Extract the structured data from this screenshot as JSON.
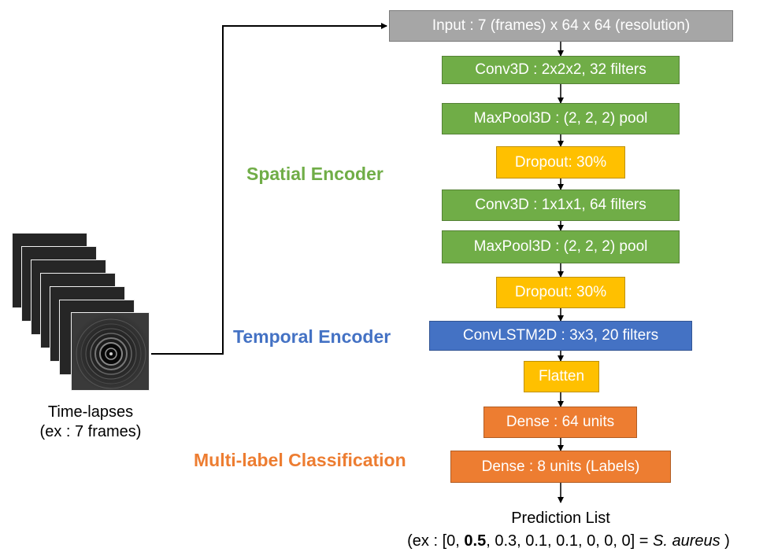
{
  "layers": [
    {
      "id": "input",
      "label": "Input : 7 (frames) x 64 x 64 (resolution)",
      "color": "#a6a6a6"
    },
    {
      "id": "conv3d-1",
      "label": "Conv3D : 2x2x2, 32 filters",
      "color": "#70ad47"
    },
    {
      "id": "maxpool3d-1",
      "label": "MaxPool3D : (2, 2, 2) pool",
      "color": "#70ad47"
    },
    {
      "id": "dropout-1",
      "label": "Dropout: 30%",
      "color": "#ffc000"
    },
    {
      "id": "conv3d-2",
      "label": "Conv3D : 1x1x1, 64 filters",
      "color": "#70ad47"
    },
    {
      "id": "maxpool3d-2",
      "label": "MaxPool3D : (2, 2, 2) pool",
      "color": "#70ad47"
    },
    {
      "id": "dropout-2",
      "label": "Dropout: 30%",
      "color": "#ffc000"
    },
    {
      "id": "convlstm2d",
      "label": "ConvLSTM2D : 3x3, 20 filters",
      "color": "#4472c4"
    },
    {
      "id": "flatten",
      "label": "Flatten",
      "color": "#ffc000"
    },
    {
      "id": "dense-1",
      "label": "Dense : 64 units",
      "color": "#ed7d31"
    },
    {
      "id": "dense-2",
      "label": "Dense : 8 units (Labels)",
      "color": "#ed7d31"
    }
  ],
  "sections": {
    "spatial": {
      "label": "Spatial Encoder",
      "color": "#70ad47"
    },
    "temporal": {
      "label": "Temporal Encoder",
      "color": "#4472c4"
    },
    "classification": {
      "label": "Multi-label Classification",
      "color": "#ed7d31"
    }
  },
  "input_stack": {
    "caption_line1": "Time-lapses",
    "caption_line2": "(ex : 7 frames)",
    "frame_count": 7
  },
  "output": {
    "title": "Prediction List",
    "example_prefix": "(ex : [0, ",
    "example_highlight": "0.5",
    "example_rest": ", 0.3, 0.1, 0.1, 0, 0, 0] = ",
    "example_species": "S. aureus",
    "example_suffix": " )"
  }
}
